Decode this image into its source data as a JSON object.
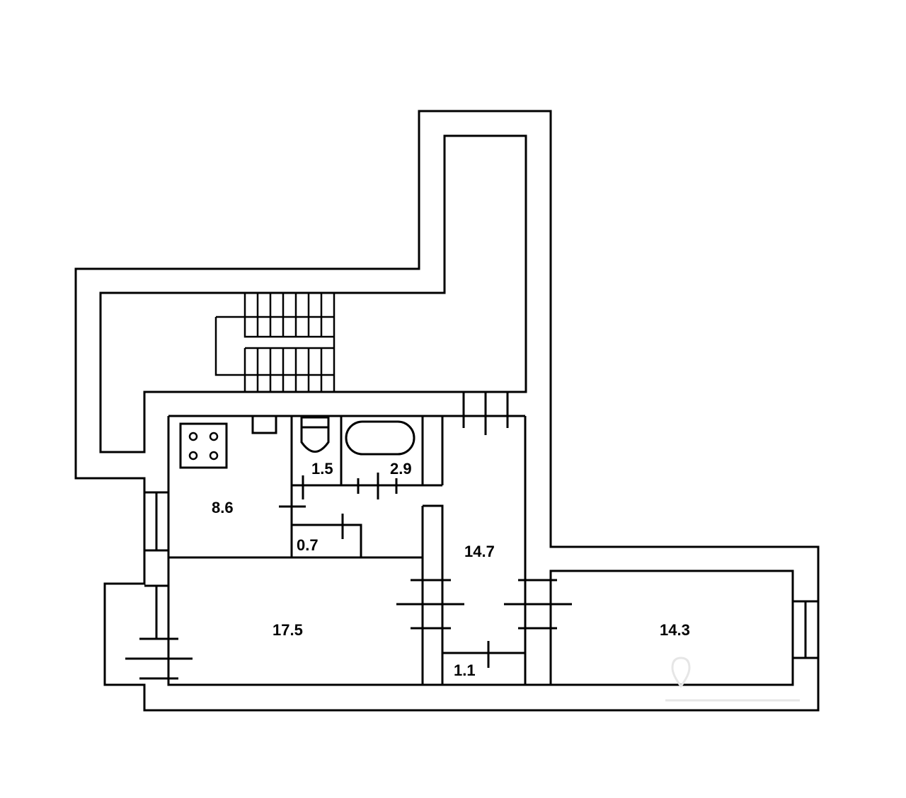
{
  "plan": {
    "rooms": [
      {
        "id": "kitchen",
        "area": "8.6"
      },
      {
        "id": "toilet",
        "area": "1.5"
      },
      {
        "id": "bathroom",
        "area": "2.9"
      },
      {
        "id": "closet",
        "area": "0.7"
      },
      {
        "id": "hallway",
        "area": "14.7"
      },
      {
        "id": "living-room",
        "area": "17.5"
      },
      {
        "id": "storage",
        "area": "1.1"
      },
      {
        "id": "bedroom",
        "area": "14.3"
      }
    ]
  },
  "colors": {
    "line": "#000000",
    "background": "#ffffff",
    "watermark": "#e6e6e6"
  },
  "icons": [
    "stove-icon",
    "sink-icon",
    "toilet-icon",
    "bathtub-icon",
    "staircase-icon",
    "watermark-logo-icon"
  ]
}
